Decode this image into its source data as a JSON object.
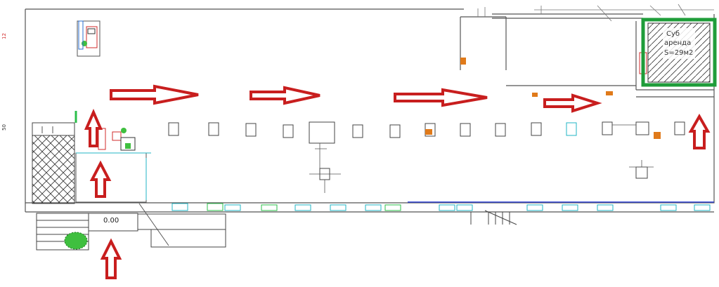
{
  "plan": {
    "side_label_top": "12",
    "side_label_mid": "50",
    "level_mark": "0.00",
    "highlight_label_1": "Суб",
    "highlight_label_2": "аренда",
    "highlight_label_3": "S=29м2"
  },
  "colors": {
    "wall": "#555555",
    "arrow_fill": "#ffffff",
    "arrow_stroke": "#c81e1e",
    "highlight": "#1f9d3a",
    "window": "#22b5c4",
    "window_green": "#2bbf4a",
    "door_red": "#d12b2b",
    "shrub": "#3fbf3f"
  }
}
